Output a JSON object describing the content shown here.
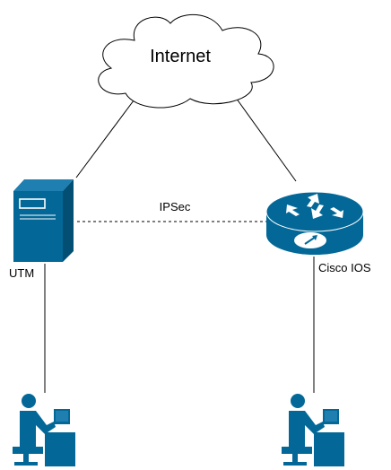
{
  "diagram": {
    "cloud_label": "Internet",
    "tunnel_label": "IPSec",
    "left_device_label": "UTM",
    "right_device_label": "Cisco IOS"
  },
  "colors": {
    "device_fill": "#036897",
    "device_light": "#1f7fb0",
    "line": "#000000",
    "cloud_fill": "#ffffff"
  },
  "icons": [
    "cloud-icon",
    "server-tower-icon",
    "router-icon",
    "workstation-user-icon"
  ]
}
